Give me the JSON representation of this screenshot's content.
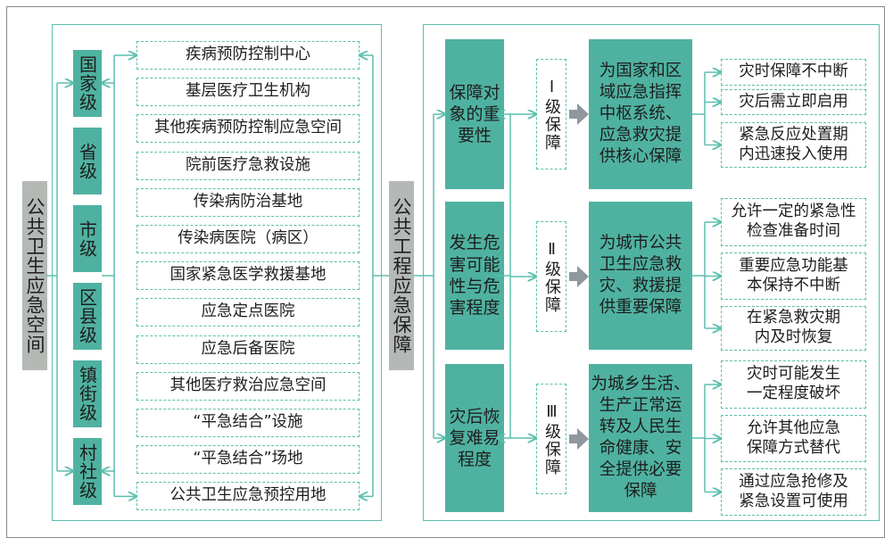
{
  "left_root": "公共卫生应急空间",
  "levels": [
    "国家级",
    "省级",
    "市级",
    "区县级",
    "镇街级",
    "村社级"
  ],
  "facilities": [
    "疾病预防控制中心",
    "基层医疗卫生机构",
    "其他疾病预防控制应急空间",
    "院前医疗急救设施",
    "传染病防治基地",
    "传染病医院（病区）",
    "国家紧急医学救援基地",
    "应急定点医院",
    "应急后备医院",
    "其他医疗救治应急空间",
    "“平急结合”设施",
    "“平急结合”场地",
    "公共卫生应急预控用地"
  ],
  "right_root": "公共工程应急保障",
  "criteria": [
    "保障对象的重要性",
    "发生危害可能性与危害程度",
    "灾后恢复难易程度"
  ],
  "grades": [
    "Ⅰ级保障",
    "Ⅱ级保障",
    "Ⅲ级保障"
  ],
  "descriptions": [
    [
      "为国家和区",
      "域应急指挥",
      "中枢系统、",
      "应急救灾提",
      "供核心保障"
    ],
    [
      "为城市公共",
      "卫生应急救",
      "灾、救援提",
      "供重要保障"
    ],
    [
      "为城乡生活、",
      "生产正常运",
      "转及人民生",
      "命健康、安",
      "全提供必要",
      "保障"
    ]
  ],
  "requirements": [
    [
      [
        "灾时保障不中断"
      ],
      [
        "灾后需立即启用"
      ],
      [
        "紧急反应处置期",
        "内迅速投入使用"
      ]
    ],
    [
      [
        "允许一定的紧急性",
        "检查准备时间"
      ],
      [
        "重要应急功能基",
        "本保持不中断"
      ],
      [
        "在紧急救灾期",
        "内及时恢复"
      ]
    ],
    [
      [
        "灾时可能发生",
        "一定程度破坏"
      ],
      [
        "允许其他应急",
        "保障方式替代"
      ],
      [
        "通过应急抢修及",
        "紧急设置可使用"
      ]
    ]
  ],
  "colors": {
    "teal": "#4fb2a0",
    "line": "#5bbfad",
    "gray": "#b4b9b5",
    "arrow": "#8f979f"
  }
}
